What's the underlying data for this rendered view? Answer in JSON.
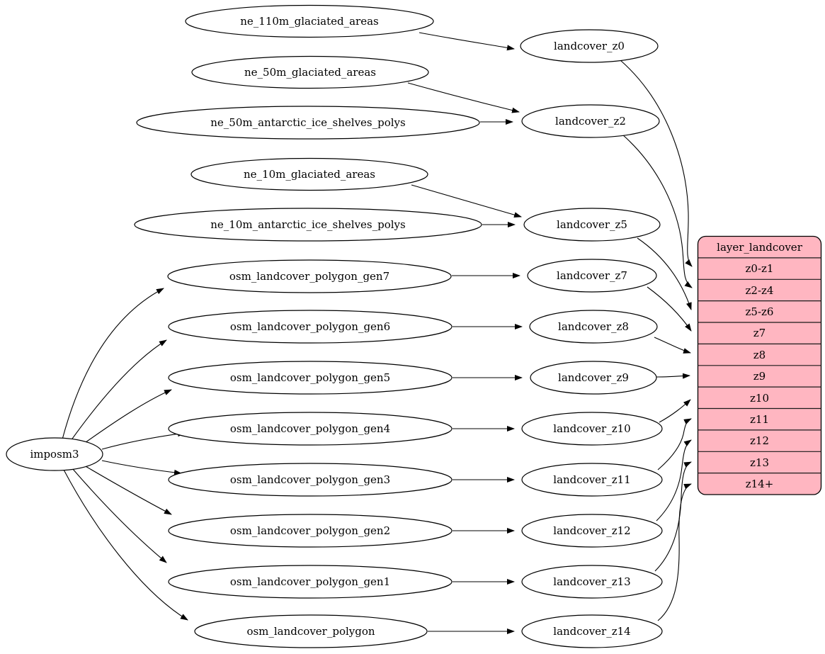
{
  "diagram_type": "graphviz-dependency-graph",
  "colors": {
    "record_fill": "#ffb6c1",
    "node_fill": "#ffffff",
    "edge_stroke": "#000000"
  },
  "nodes": [
    {
      "label": "imposm3"
    },
    {
      "label": "ne_110m_glaciated_areas"
    },
    {
      "label": "ne_50m_glaciated_areas"
    },
    {
      "label": "ne_50m_antarctic_ice_shelves_polys"
    },
    {
      "label": "ne_10m_glaciated_areas"
    },
    {
      "label": "ne_10m_antarctic_ice_shelves_polys"
    },
    {
      "label": "osm_landcover_polygon_gen7"
    },
    {
      "label": "osm_landcover_polygon_gen6"
    },
    {
      "label": "osm_landcover_polygon_gen5"
    },
    {
      "label": "osm_landcover_polygon_gen4"
    },
    {
      "label": "osm_landcover_polygon_gen3"
    },
    {
      "label": "osm_landcover_polygon_gen2"
    },
    {
      "label": "osm_landcover_polygon_gen1"
    },
    {
      "label": "osm_landcover_polygon"
    },
    {
      "label": "landcover_z0"
    },
    {
      "label": "landcover_z2"
    },
    {
      "label": "landcover_z5"
    },
    {
      "label": "landcover_z7"
    },
    {
      "label": "landcover_z8"
    },
    {
      "label": "landcover_z9"
    },
    {
      "label": "landcover_z10"
    },
    {
      "label": "landcover_z11"
    },
    {
      "label": "landcover_z12"
    },
    {
      "label": "landcover_z13"
    },
    {
      "label": "landcover_z14"
    }
  ],
  "record": {
    "title": "layer_landcover",
    "rows": [
      "z0-z1",
      "z2-z4",
      "z5-z6",
      "z7",
      "z8",
      "z9",
      "z10",
      "z11",
      "z12",
      "z13",
      "z14+"
    ]
  },
  "edges": [
    {
      "from": "imposm3",
      "to": "osm_landcover_polygon_gen7"
    },
    {
      "from": "imposm3",
      "to": "osm_landcover_polygon_gen6"
    },
    {
      "from": "imposm3",
      "to": "osm_landcover_polygon_gen5"
    },
    {
      "from": "imposm3",
      "to": "osm_landcover_polygon_gen4"
    },
    {
      "from": "imposm3",
      "to": "osm_landcover_polygon_gen3"
    },
    {
      "from": "imposm3",
      "to": "osm_landcover_polygon_gen2"
    },
    {
      "from": "imposm3",
      "to": "osm_landcover_polygon_gen1"
    },
    {
      "from": "imposm3",
      "to": "osm_landcover_polygon"
    },
    {
      "from": "ne_110m_glaciated_areas",
      "to": "landcover_z0"
    },
    {
      "from": "ne_50m_glaciated_areas",
      "to": "landcover_z2"
    },
    {
      "from": "ne_50m_antarctic_ice_shelves_polys",
      "to": "landcover_z2"
    },
    {
      "from": "ne_10m_glaciated_areas",
      "to": "landcover_z5"
    },
    {
      "from": "ne_10m_antarctic_ice_shelves_polys",
      "to": "landcover_z5"
    },
    {
      "from": "osm_landcover_polygon_gen7",
      "to": "landcover_z7"
    },
    {
      "from": "osm_landcover_polygon_gen6",
      "to": "landcover_z8"
    },
    {
      "from": "osm_landcover_polygon_gen5",
      "to": "landcover_z9"
    },
    {
      "from": "osm_landcover_polygon_gen4",
      "to": "landcover_z10"
    },
    {
      "from": "osm_landcover_polygon_gen3",
      "to": "landcover_z11"
    },
    {
      "from": "osm_landcover_polygon_gen2",
      "to": "landcover_z12"
    },
    {
      "from": "osm_landcover_polygon_gen1",
      "to": "landcover_z13"
    },
    {
      "from": "osm_landcover_polygon",
      "to": "landcover_z14"
    },
    {
      "from": "landcover_z0",
      "to": "layer_landcover:z0-z1"
    },
    {
      "from": "landcover_z2",
      "to": "layer_landcover:z2-z4"
    },
    {
      "from": "landcover_z5",
      "to": "layer_landcover:z5-z6"
    },
    {
      "from": "landcover_z7",
      "to": "layer_landcover:z7"
    },
    {
      "from": "landcover_z8",
      "to": "layer_landcover:z8"
    },
    {
      "from": "landcover_z9",
      "to": "layer_landcover:z9"
    },
    {
      "from": "landcover_z10",
      "to": "layer_landcover:z10"
    },
    {
      "from": "landcover_z11",
      "to": "layer_landcover:z11"
    },
    {
      "from": "landcover_z12",
      "to": "layer_landcover:z12"
    },
    {
      "from": "landcover_z13",
      "to": "layer_landcover:z13"
    },
    {
      "from": "landcover_z14",
      "to": "layer_landcover:z14+"
    }
  ]
}
